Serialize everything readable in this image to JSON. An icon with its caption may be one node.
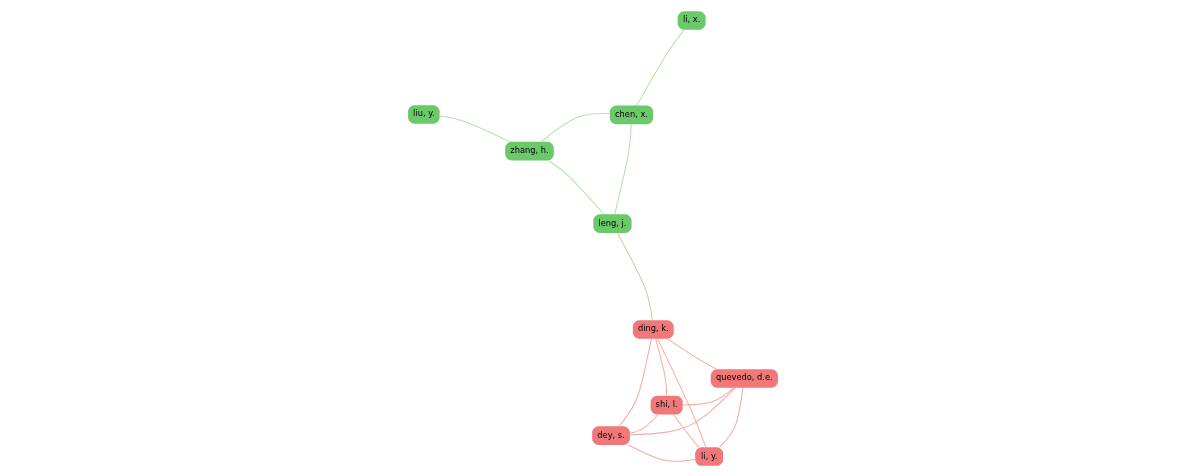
{
  "diagram": {
    "nodes": [
      {
        "text": [
          "liu, y."
        ]
      },
      {
        "text": [
          "zhang, h."
        ]
      },
      {
        "text": [
          "leng, j."
        ]
      },
      {
        "text": [
          "chen, x."
        ]
      },
      {
        "text": [
          "li, x."
        ]
      },
      {
        "text": [
          "ding, k."
        ]
      },
      {
        "text": [
          "dey, s."
        ]
      },
      {
        "text": [
          "quevedo, d.e."
        ]
      },
      {
        "text": [
          "shi, l."
        ]
      },
      {
        "text": [
          "li, y."
        ]
      }
    ],
    "edges": [
      {
        "from": 0,
        "to": 1,
        "arrow": "none",
        "color": "#b5e3aa"
      },
      {
        "from": 1,
        "to": 3,
        "arrow": "none",
        "color": "#b5e3aa"
      },
      {
        "from": 1,
        "to": 2,
        "arrow": "none",
        "color": "#b5e3aa"
      },
      {
        "from": 3,
        "to": 2,
        "arrow": "none",
        "color": "#b5e3aa"
      },
      {
        "from": 3,
        "to": 4,
        "arrow": "none",
        "color": "#b5e3aa"
      },
      {
        "from": 2,
        "to": 5,
        "arrow": "none",
        "color": "#d9c7a6"
      },
      {
        "from": 5,
        "to": 6,
        "arrow": "none"
      },
      {
        "from": 5,
        "to": 7,
        "arrow": "none"
      },
      {
        "from": 5,
        "to": 8,
        "arrow": "none"
      },
      {
        "from": 5,
        "to": 9,
        "arrow": "none"
      },
      {
        "from": 6,
        "to": 7,
        "arrow": "none"
      },
      {
        "from": 6,
        "to": 8,
        "arrow": "none"
      },
      {
        "from": 6,
        "to": 9,
        "arrow": "none"
      },
      {
        "from": 8,
        "to": 7,
        "arrow": "none"
      },
      {
        "from": 8,
        "to": 9,
        "arrow": "none"
      },
      {
        "from": 7,
        "to": 9,
        "arrow": "none"
      }
    ]
  }
}
